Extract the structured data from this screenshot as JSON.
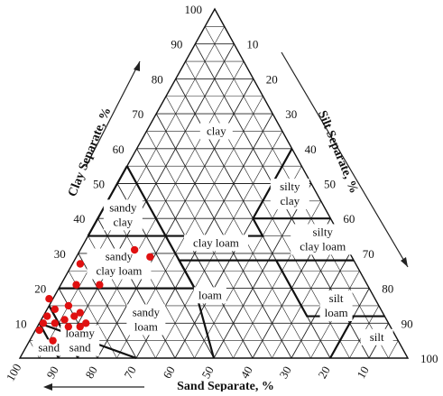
{
  "chart_data": {
    "type": "scatter",
    "subtype": "soil-texture-triangle",
    "title": "",
    "axes": {
      "clay": {
        "label": "Clay Separate, %",
        "ticks": [
          10,
          20,
          30,
          40,
          50,
          60,
          70,
          80,
          90,
          100
        ]
      },
      "silt": {
        "label": "Silt Separate, %",
        "ticks": [
          10,
          20,
          30,
          40,
          50,
          60,
          70,
          80,
          90,
          100
        ]
      },
      "sand": {
        "label": "Sand Separate, %",
        "ticks": [
          100,
          90,
          80,
          70,
          60,
          50,
          40,
          30,
          20,
          10
        ]
      }
    },
    "grid": true,
    "texture_classes": [
      {
        "id": "clay",
        "lines": [
          "clay"
        ],
        "at": {
          "clay": 65,
          "sand": 17
        }
      },
      {
        "id": "sandy-clay",
        "lines": [
          "sandy",
          "clay"
        ],
        "at": {
          "clay": 41,
          "sand": 53
        }
      },
      {
        "id": "silty-clay",
        "lines": [
          "silty",
          "clay"
        ],
        "at": {
          "clay": 47,
          "sand": 7
        }
      },
      {
        "id": "sandy-clay-loam",
        "lines": [
          "sandy",
          "clay loam"
        ],
        "at": {
          "clay": 27,
          "sand": 61
        }
      },
      {
        "id": "clay-loam",
        "lines": [
          "clay loam"
        ],
        "at": {
          "clay": 33,
          "sand": 33
        }
      },
      {
        "id": "silty-clay-loam",
        "lines": [
          "silty",
          "clay loam"
        ],
        "at": {
          "clay": 34,
          "sand": 5
        }
      },
      {
        "id": "loam",
        "lines": [
          "loam"
        ],
        "at": {
          "clay": 18,
          "sand": 42
        }
      },
      {
        "id": "sandy-loam",
        "lines": [
          "sandy",
          "loam"
        ],
        "at": {
          "clay": 11,
          "sand": 62
        }
      },
      {
        "id": "silt-loam",
        "lines": [
          "silt",
          "loam"
        ],
        "at": {
          "clay": 15,
          "sand": 11
        }
      },
      {
        "id": "silt",
        "lines": [
          "silt"
        ],
        "at": {
          "clay": 6,
          "sand": 5
        }
      },
      {
        "id": "loamy-sand",
        "lines": [
          "loamy",
          "sand"
        ],
        "at": {
          "clay": 5,
          "sand": 82
        }
      },
      {
        "id": "sand",
        "lines": [
          "sand"
        ],
        "at": {
          "clay": 3,
          "sand": 91
        }
      }
    ],
    "series": [
      {
        "marker_color": "#e01010",
        "points": [
          {
            "sand": 55,
            "clay": 31
          },
          {
            "sand": 52,
            "clay": 29
          },
          {
            "sand": 71,
            "clay": 27
          },
          {
            "sand": 69,
            "clay": 21
          },
          {
            "sand": 75,
            "clay": 21
          },
          {
            "sand": 84,
            "clay": 17
          },
          {
            "sand": 80,
            "clay": 15
          },
          {
            "sand": 84,
            "clay": 14
          },
          {
            "sand": 78,
            "clay": 13
          },
          {
            "sand": 87,
            "clay": 12
          },
          {
            "sand": 80,
            "clay": 12
          },
          {
            "sand": 83,
            "clay": 11
          },
          {
            "sand": 86,
            "clay": 10
          },
          {
            "sand": 78,
            "clay": 10
          },
          {
            "sand": 89,
            "clay": 10
          },
          {
            "sand": 83,
            "clay": 9
          },
          {
            "sand": 80,
            "clay": 9
          },
          {
            "sand": 91,
            "clay": 8
          },
          {
            "sand": 89,
            "clay": 5
          }
        ]
      }
    ],
    "boundaries": [
      [
        {
          "sand": 45,
          "clay": 55
        },
        {
          "sand": 45,
          "clay": 35
        }
      ],
      [
        {
          "sand": 65,
          "clay": 35
        },
        {
          "sand": 20,
          "clay": 35
        },
        {
          "sand": 20,
          "clay": 40
        },
        {
          "sand": 0,
          "clay": 60
        }
      ],
      [
        {
          "sand": 20,
          "clay": 40
        },
        {
          "sand": 0,
          "clay": 40
        }
      ],
      [
        {
          "sand": 65,
          "clay": 35
        },
        {
          "sand": 45,
          "clay": 55
        }
      ],
      [
        {
          "sand": 80,
          "clay": 20
        },
        {
          "sand": 45,
          "clay": 20
        },
        {
          "sand": 45,
          "clay": 28
        },
        {
          "sand": 20,
          "clay": 28
        },
        {
          "sand": 0,
          "clay": 28
        }
      ],
      [
        {
          "sand": 45,
          "clay": 28
        },
        {
          "sand": 45,
          "clay": 35
        }
      ],
      [
        {
          "sand": 45,
          "clay": 28
        },
        {
          "sand": 45,
          "clay": 20
        },
        {
          "sand": 50,
          "clay": 0
        }
      ],
      [
        {
          "sand": 20,
          "clay": 28
        },
        {
          "sand": 20,
          "clay": 12
        },
        {
          "sand": 0,
          "clay": 12
        }
      ],
      [
        {
          "sand": 8,
          "clay": 12
        },
        {
          "sand": 20,
          "clay": 0
        }
      ],
      [
        {
          "sand": 90,
          "clay": 10
        },
        {
          "sand": 70,
          "clay": 0
        }
      ],
      [
        {
          "sand": 85,
          "clay": 15
        },
        {
          "sand": 85,
          "clay": 0
        }
      ],
      [
        {
          "sand": 90,
          "clay": 10
        },
        {
          "sand": 90,
          "clay": 0
        }
      ]
    ]
  }
}
